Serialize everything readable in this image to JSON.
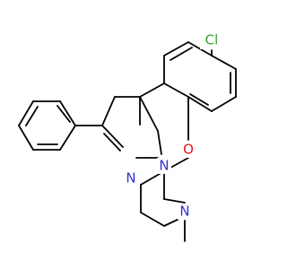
{
  "molecule": {
    "atoms": {
      "cl": {
        "label": "Cl",
        "color": "#33a133"
      },
      "n_ring": {
        "label": "N",
        "color": "#2f2fd8"
      },
      "n_ring2": {
        "label": "N",
        "color": "#2f2fd8"
      },
      "o_ring": {
        "label": "O",
        "color": "#e01818"
      },
      "n_pip": {
        "label": "N",
        "color": "#2f2fd8"
      }
    },
    "bond_color": "#000000"
  }
}
